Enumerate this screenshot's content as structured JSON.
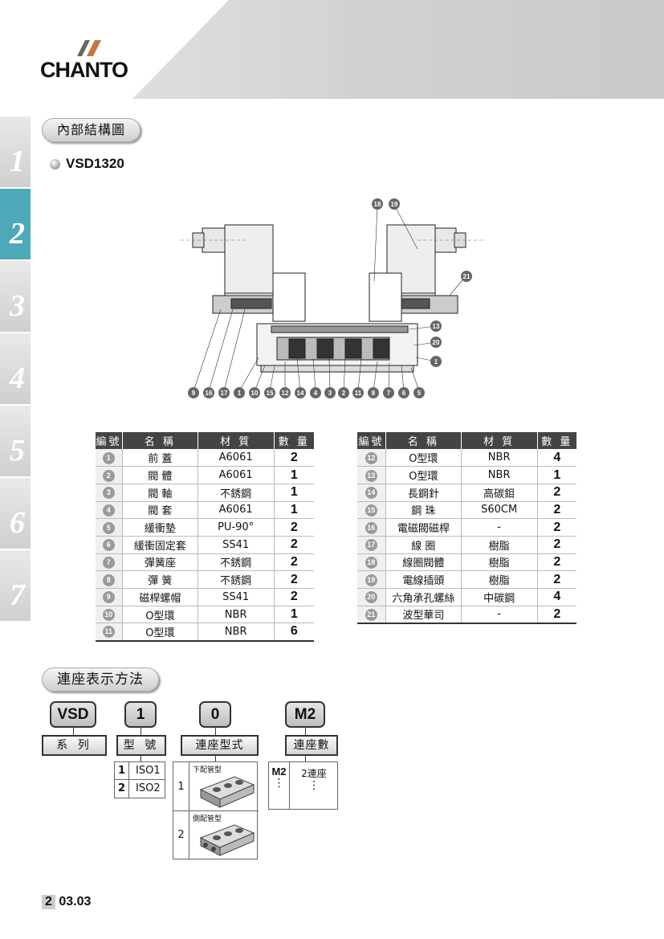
{
  "brand": "CHANTO",
  "side_tabs": [
    "1",
    "2",
    "3",
    "4",
    "5",
    "6",
    "7"
  ],
  "section1": {
    "title": "內部結構圖",
    "model": "VSD1320"
  },
  "diagram": {
    "callouts_bottom": [
      "9",
      "16",
      "17",
      "1",
      "10",
      "15",
      "12",
      "14",
      "4",
      "3",
      "2",
      "11",
      "8",
      "7",
      "6",
      "5"
    ],
    "callouts_right": [
      "13",
      "20",
      "1"
    ],
    "callouts_top": [
      "18",
      "19"
    ],
    "callout_21": "21"
  },
  "parts_table": {
    "headers": [
      "編號",
      "名 稱",
      "材 質",
      "數 量"
    ],
    "left_rows": [
      {
        "no": "1",
        "name": "前 蓋",
        "material": "A6061",
        "qty": "2"
      },
      {
        "no": "2",
        "name": "閥 體",
        "material": "A6061",
        "qty": "1"
      },
      {
        "no": "3",
        "name": "閥 軸",
        "material": "不銹鋼",
        "qty": "1"
      },
      {
        "no": "4",
        "name": "閥 套",
        "material": "A6061",
        "qty": "1"
      },
      {
        "no": "5",
        "name": "緩衝墊",
        "material": "PU-90°",
        "qty": "2"
      },
      {
        "no": "6",
        "name": "緩衝固定套",
        "material": "SS41",
        "qty": "2"
      },
      {
        "no": "7",
        "name": "彈簧座",
        "material": "不銹鋼",
        "qty": "2"
      },
      {
        "no": "8",
        "name": "彈 簧",
        "material": "不銹鋼",
        "qty": "2"
      },
      {
        "no": "9",
        "name": "磁桿螺帽",
        "material": "SS41",
        "qty": "2"
      },
      {
        "no": "10",
        "name": "O型環",
        "material": "NBR",
        "qty": "1"
      },
      {
        "no": "11",
        "name": "O型環",
        "material": "NBR",
        "qty": "6"
      }
    ],
    "right_rows": [
      {
        "no": "12",
        "name": "O型環",
        "material": "NBR",
        "qty": "4"
      },
      {
        "no": "13",
        "name": "O型環",
        "material": "NBR",
        "qty": "1"
      },
      {
        "no": "14",
        "name": "長鋼針",
        "material": "高碳鉬",
        "qty": "2"
      },
      {
        "no": "15",
        "name": "鋼 珠",
        "material": "S60CM",
        "qty": "2"
      },
      {
        "no": "16",
        "name": "電磁閥磁桿",
        "material": "-",
        "qty": "2"
      },
      {
        "no": "17",
        "name": "線 圈",
        "material": "樹脂",
        "qty": "2"
      },
      {
        "no": "18",
        "name": "線圈閥體",
        "material": "樹脂",
        "qty": "2"
      },
      {
        "no": "19",
        "name": "電線插頭",
        "material": "樹脂",
        "qty": "2"
      },
      {
        "no": "20",
        "name": "六角承孔螺絲",
        "material": "中碳鋼",
        "qty": "4"
      },
      {
        "no": "21",
        "name": "波型華司",
        "material": "-",
        "qty": "2"
      }
    ]
  },
  "section2": {
    "title": "連座表示方法",
    "codes": [
      "VSD",
      "1",
      "0",
      "M2"
    ],
    "labels": [
      "系 列",
      "型 號",
      "連座型式",
      "連座數"
    ],
    "type_options": [
      {
        "code": "1",
        "name": "ISO1"
      },
      {
        "code": "2",
        "name": "ISO2"
      }
    ],
    "base_options": [
      {
        "code": "1",
        "name": "下配管型"
      },
      {
        "code": "2",
        "name": "側配管型"
      }
    ],
    "count_option": {
      "code": "M2",
      "name": "2連座",
      "dots": "⋮"
    }
  },
  "footer": {
    "chapter": "2",
    "page": "03.03"
  }
}
